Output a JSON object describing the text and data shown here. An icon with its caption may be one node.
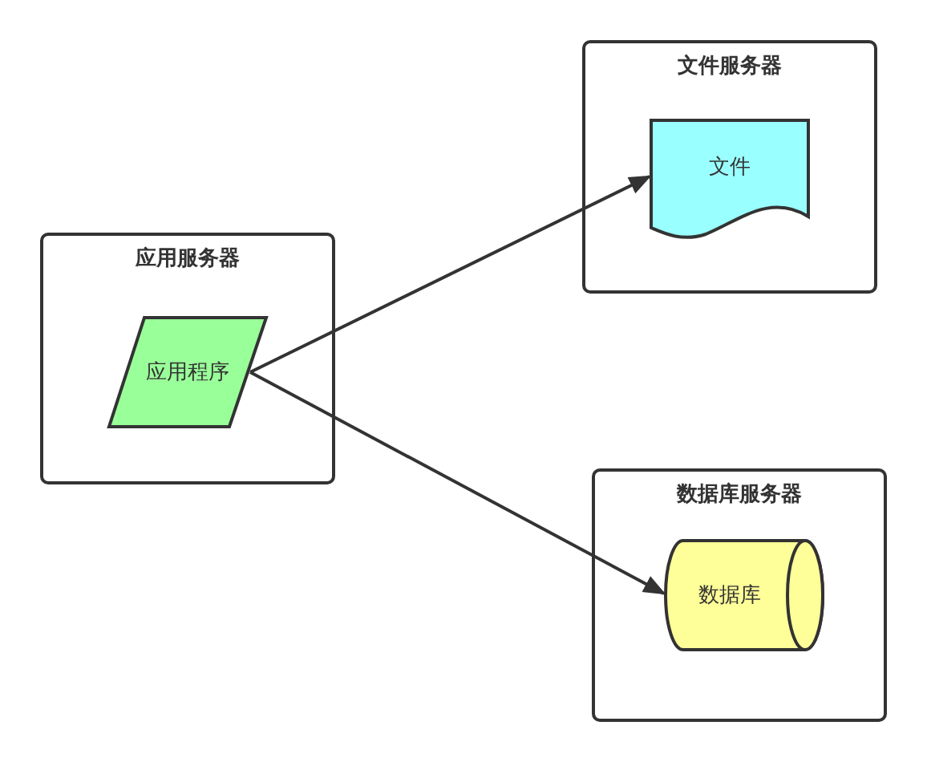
{
  "diagram": {
    "nodes": [
      {
        "text": [
          "应用服务器"
        ]
      },
      {
        "text": [
          "应用程序"
        ],
        "in": 0
      },
      {
        "text": [
          "文件服务器"
        ]
      },
      {
        "text": [
          "文件"
        ],
        "in": 2
      },
      {
        "text": [
          "数据库服务器"
        ]
      },
      {
        "text": [
          "数据库"
        ],
        "in": 4
      }
    ],
    "edges": [
      {
        "from": 1,
        "to": 3,
        "arrow": "to"
      },
      {
        "from": 1,
        "to": 5,
        "arrow": "to"
      }
    ]
  }
}
